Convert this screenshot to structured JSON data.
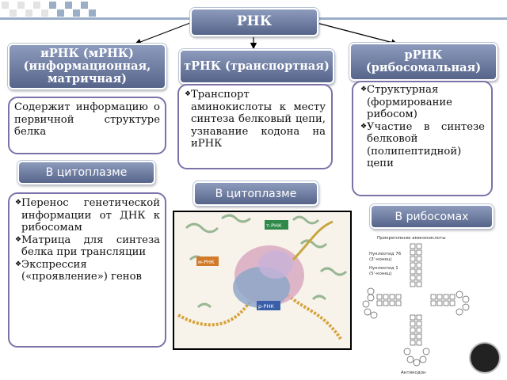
{
  "top": {
    "title": "РНК"
  },
  "mrna": {
    "title": "иРНК (мРНК) (информационная, матричная)",
    "description": "Содержит информацию о первичной структуре белка",
    "location": "В цитоплазме",
    "functions": [
      "Перенос генетической информации от ДНК к рибосомам",
      "Матрица для синтеза белка при трансляции",
      "Экспрессия («проявление») генов"
    ]
  },
  "trna": {
    "title": "тРНК (транспортная)",
    "description": "Транспорт аминокислоты к месту синтеза белковый цепи, узнавание кодона на иРНК",
    "location": "В цитоплазме",
    "image_labels": {
      "trna": "т-РНК",
      "mrna": "м-РНК",
      "rrna": "р-РНК"
    }
  },
  "rrna": {
    "title": "рРНК (рибосомальная)",
    "functions": [
      "Структурная (формирование рибосом)",
      "Участие в синтезе белковой (полипептидной) цепи"
    ],
    "location": "В рибосомах",
    "diagram_labels": {
      "attachment": "Прикрепление аминокислоты",
      "nucleotide76": "Нуклеотид 76",
      "end3": "(3'-конец)",
      "nucleotide1": "Нуклеотид 1",
      "end5": "(5'-конец)",
      "anticodon": "Антикодон"
    }
  },
  "colors": {
    "header_top": "#8d9bbd",
    "header_bottom": "#56648a",
    "box_border": "#7c72a8"
  },
  "icons": [
    "arrow-icon",
    "logo-icon"
  ]
}
